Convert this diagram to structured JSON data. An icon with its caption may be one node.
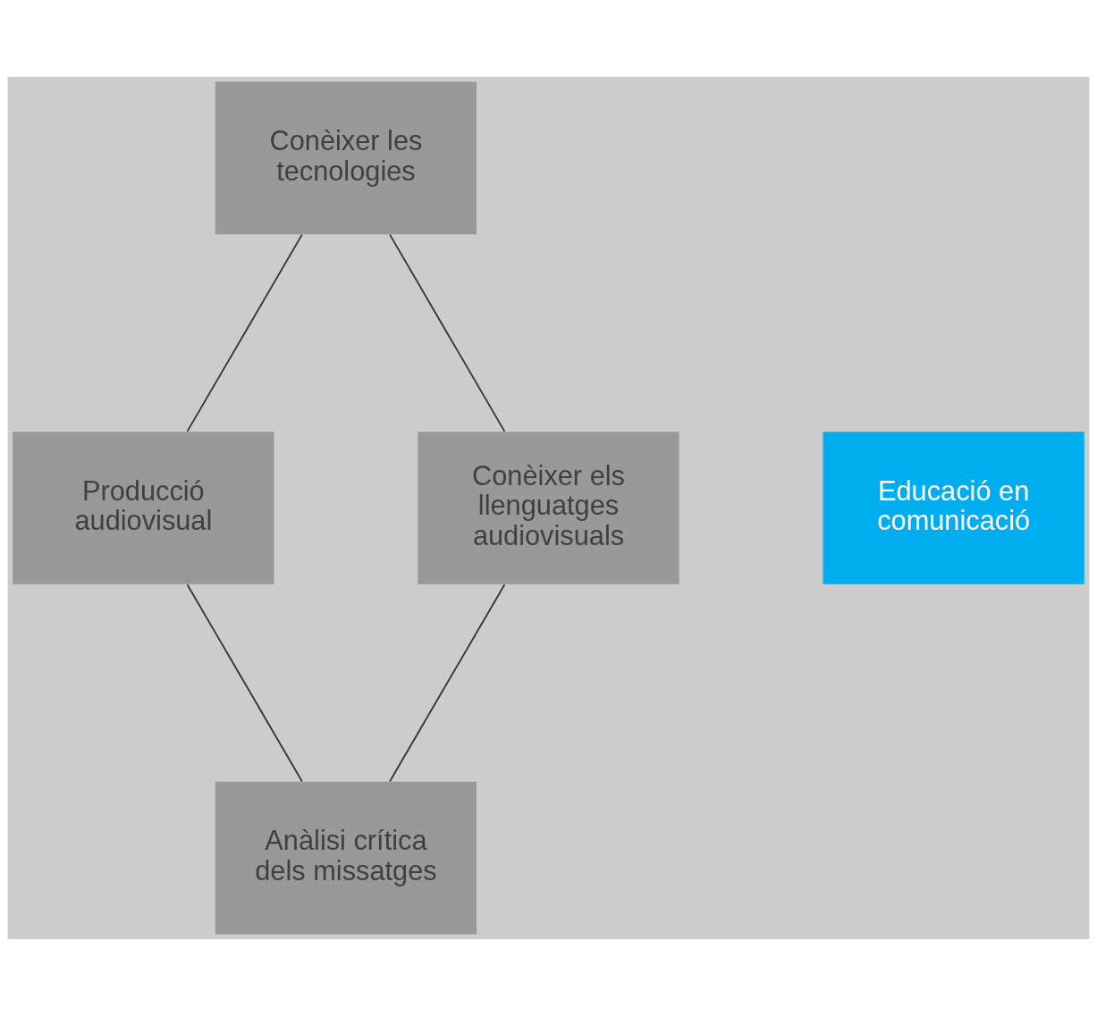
{
  "diagram": {
    "nodes": [
      {
        "text": [
          "Conèixer les tecnologies"
        ]
      },
      {
        "text": [
          "Producció audiovisual"
        ]
      },
      {
        "text": [
          "Educació en comunicació"
        ]
      },
      {
        "text": [
          "Conèixer els llenguatges audiovisuals"
        ]
      },
      {
        "text": [
          "Anàlisi crítica dels missatges"
        ]
      }
    ],
    "edges": [
      {
        "from": 0,
        "to": 3,
        "arrow": "none"
      },
      {
        "from": 3,
        "to": 4,
        "arrow": "none"
      },
      {
        "from": 4,
        "to": 1,
        "arrow": "none"
      },
      {
        "from": 1,
        "to": 0,
        "arrow": "none"
      }
    ]
  }
}
